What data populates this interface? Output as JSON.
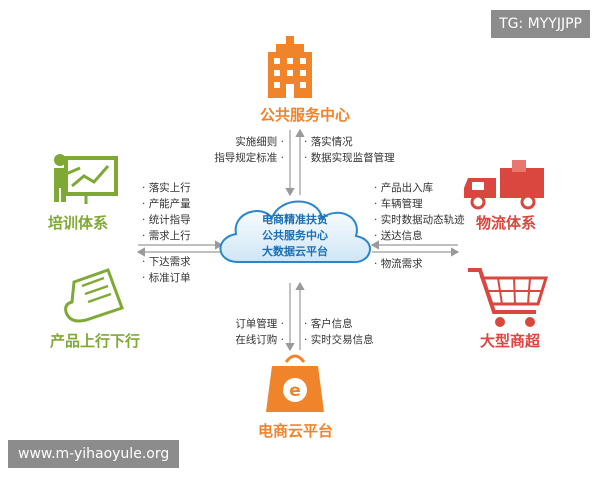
{
  "watermark_top": "TG: MYYJJPP",
  "watermark_bottom": "www.m-yihaoyule.org",
  "center": {
    "line1": "电商精准扶贫",
    "line2": "公共服务中心",
    "line3": "大数据云平台"
  },
  "nodes": {
    "top": "公共服务中心",
    "left_top": "培训体系",
    "left_bottom": "产品上行下行",
    "right_top": "物流体系",
    "right_bottom": "大型商超",
    "bottom": "电商云平台"
  },
  "flows": {
    "top_left": [
      "实施细则",
      "指导规定标准"
    ],
    "top_right": [
      "落实情况",
      "数据实现监督管理"
    ],
    "left_up": [
      "落实上行",
      "产能产量",
      "统计指导",
      "需求上行"
    ],
    "left_down": [
      "下达需求",
      "标准订单"
    ],
    "right_up": [
      "产品出入库",
      "车辆管理",
      "实时数据动态轨迹",
      "送达信息"
    ],
    "right_down": [
      "物流需求"
    ],
    "bottom_left": [
      "订单管理",
      "在线订购"
    ],
    "bottom_right": [
      "客户信息",
      "实时交易信息"
    ]
  },
  "colors": {
    "orange": "#f0842b",
    "green": "#7fa935",
    "red": "#d9473f",
    "blue": "#1a6fb5",
    "arrow": "#9a9a9a"
  }
}
